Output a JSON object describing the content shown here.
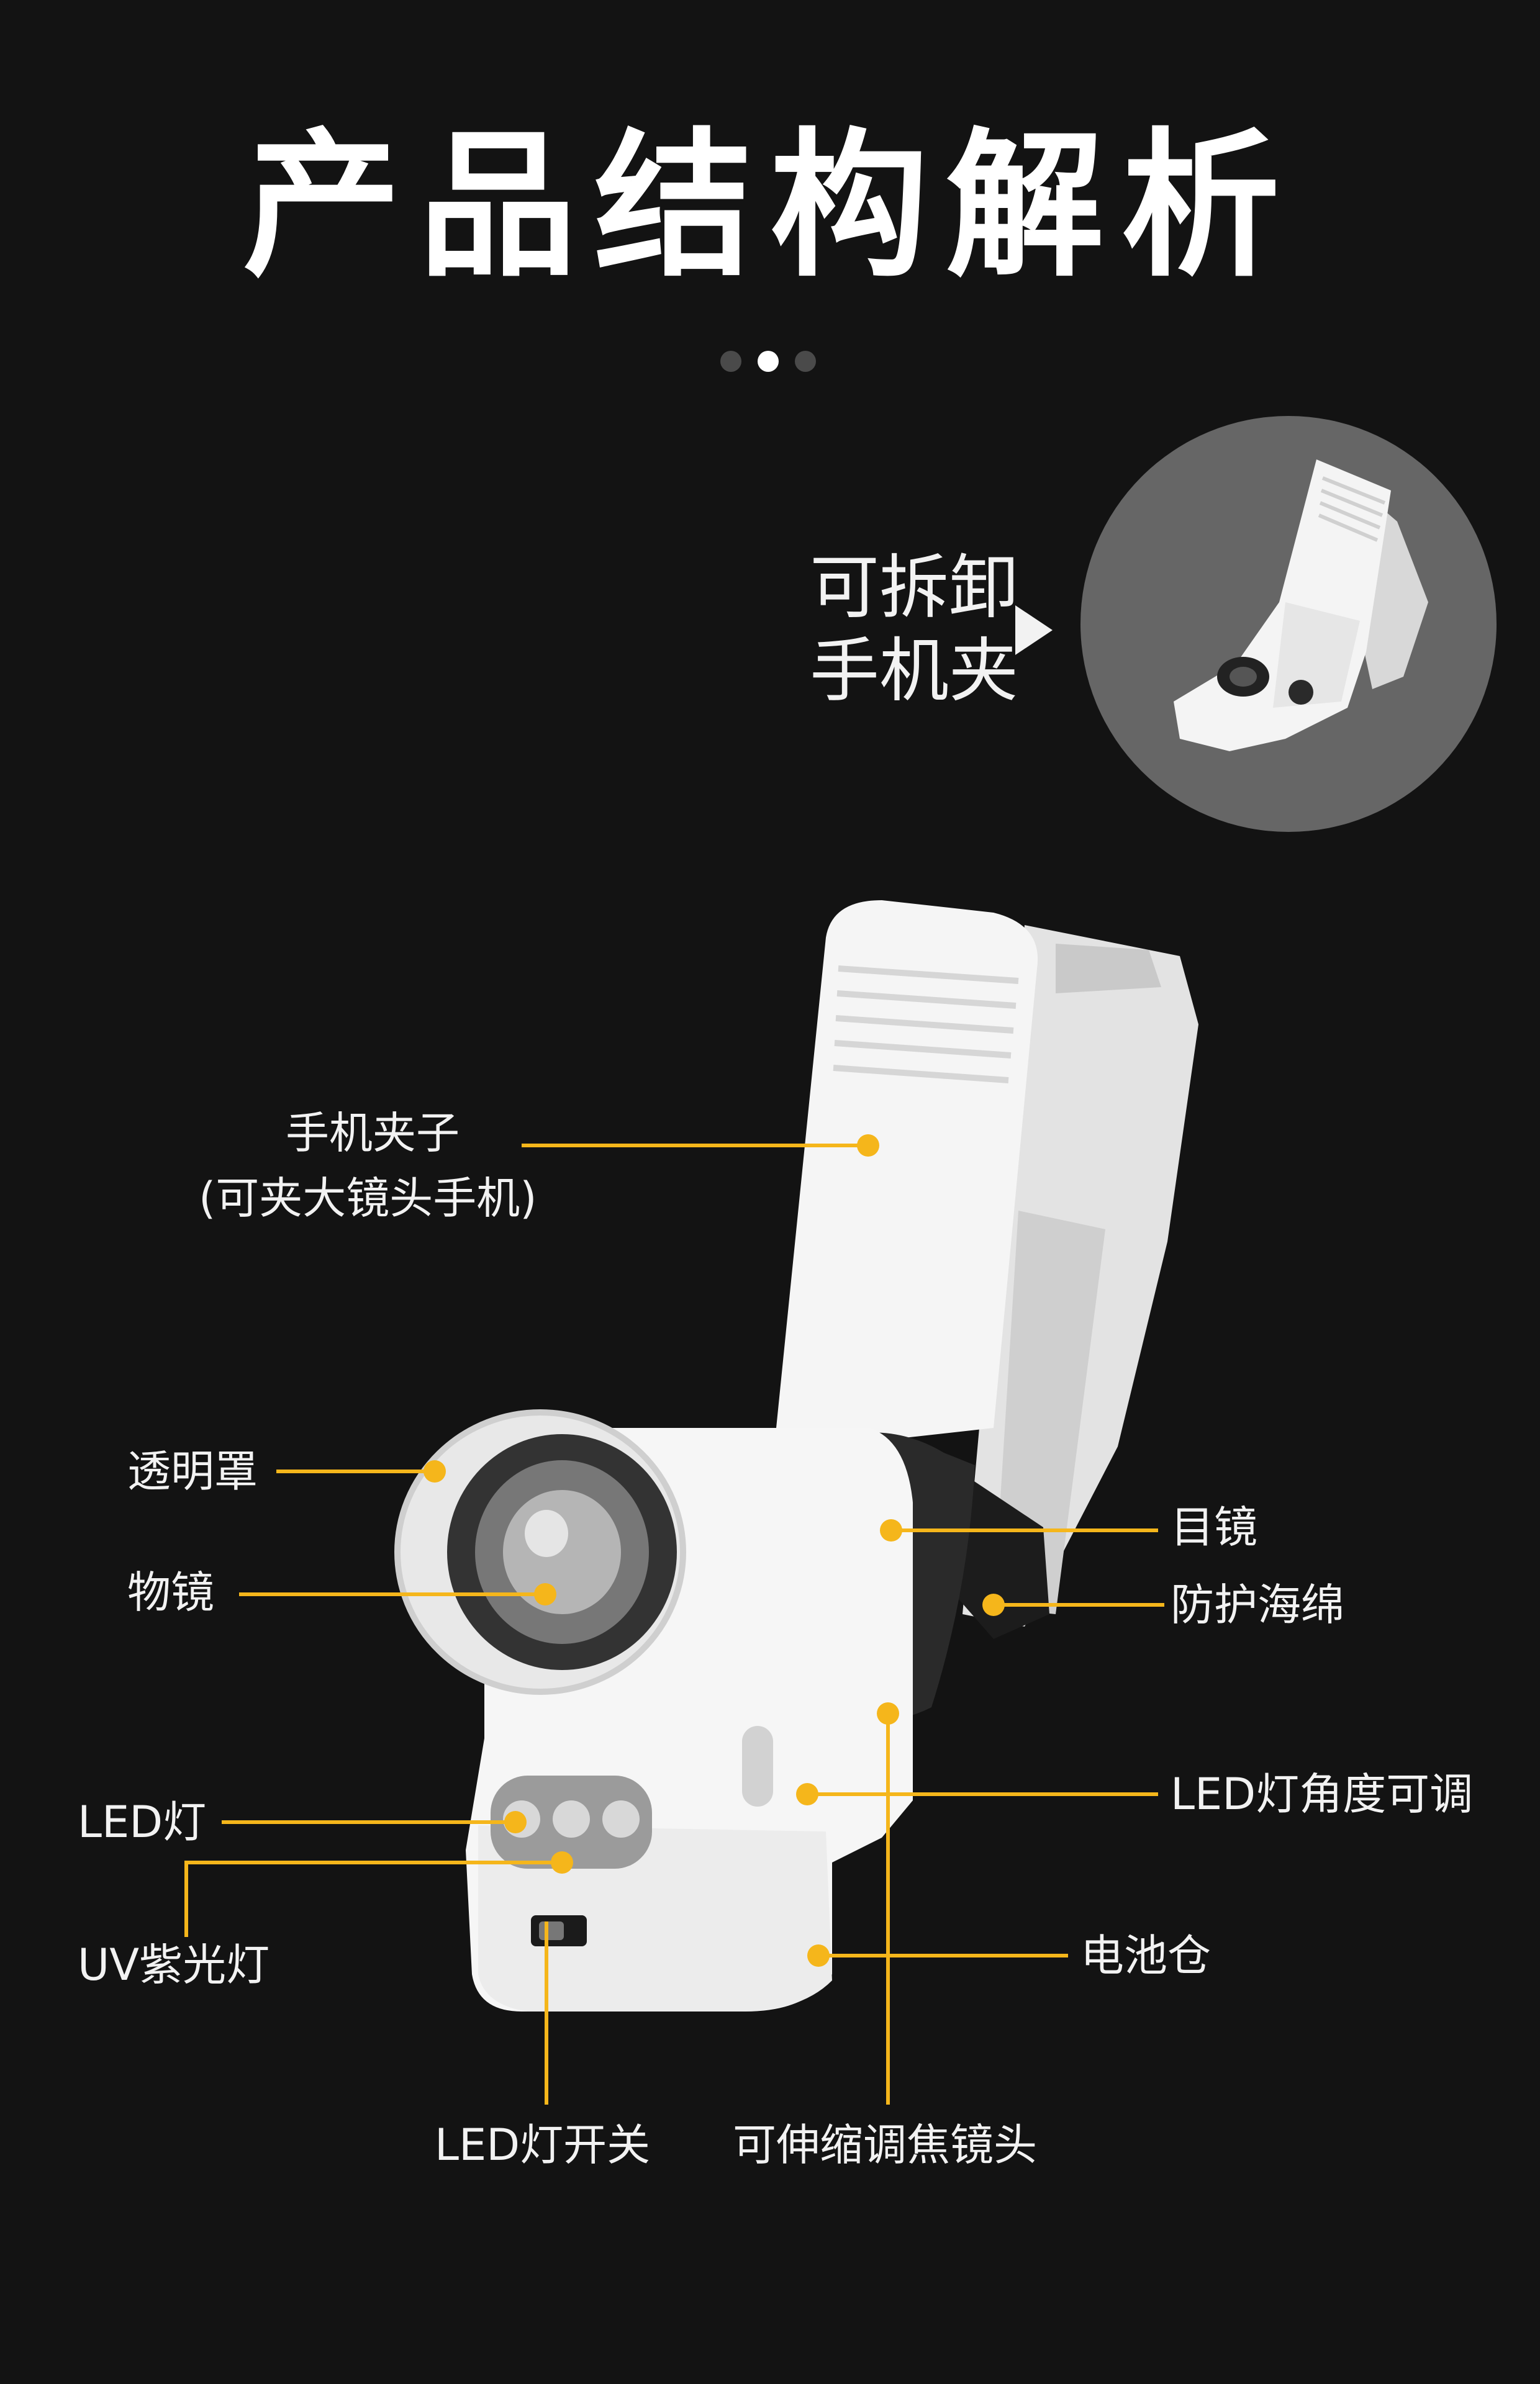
{
  "title": "产品结构解析",
  "pagination": {
    "count": 3,
    "active_index": 1
  },
  "inset": {
    "label_line1": "可拆卸",
    "label_line2": "手机夹"
  },
  "colors": {
    "background": "#131313",
    "accent": "#f5b61b",
    "text": "#f2f2f2",
    "inset_circle": "#666666"
  },
  "callouts": {
    "phone_clip_line1": "手机夹子",
    "phone_clip_line2": "(可夹大镜头手机)",
    "transparent_cover": "透明罩",
    "objective_lens": "物镜",
    "led_light": "LED灯",
    "uv_light": "UV紫光灯",
    "led_switch": "LED灯开关",
    "focus_lens": "可伸缩调焦镜头",
    "eyepiece": "目镜",
    "protective_sponge": "防护海绵",
    "led_angle": "LED灯角度可调",
    "battery_compartment": "电池仓"
  }
}
